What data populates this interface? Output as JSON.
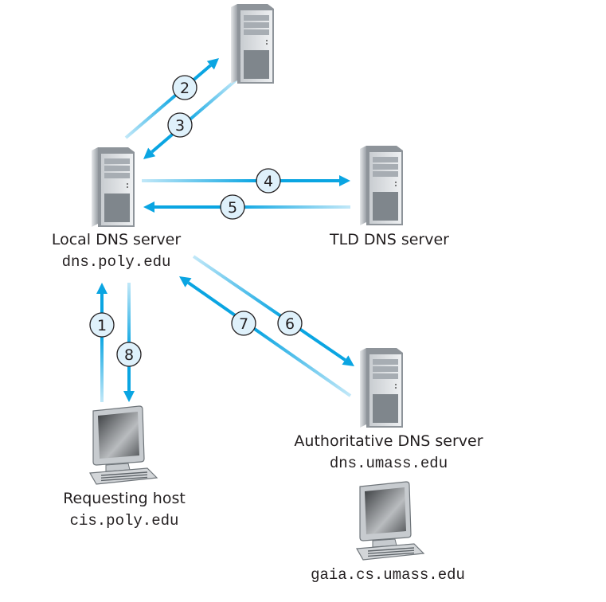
{
  "nodes": {
    "root_server": {
      "label": ""
    },
    "local_server": {
      "label": "Local DNS server",
      "host": "dns.poly.edu"
    },
    "tld_server": {
      "label": "TLD DNS server"
    },
    "auth_server": {
      "label": "Authoritative DNS server",
      "host": "dns.umass.edu"
    },
    "requesting_host": {
      "label": "Requesting host",
      "host": "cis.poly.edu"
    },
    "target_host": {
      "host": "gaia.cs.umass.edu"
    }
  },
  "steps": [
    "1",
    "2",
    "3",
    "4",
    "5",
    "6",
    "7",
    "8"
  ],
  "colors": {
    "arrow": "#0aa5e2",
    "arrow_tail": "#c2e8f8",
    "circle_fill": "#dff1fb"
  }
}
